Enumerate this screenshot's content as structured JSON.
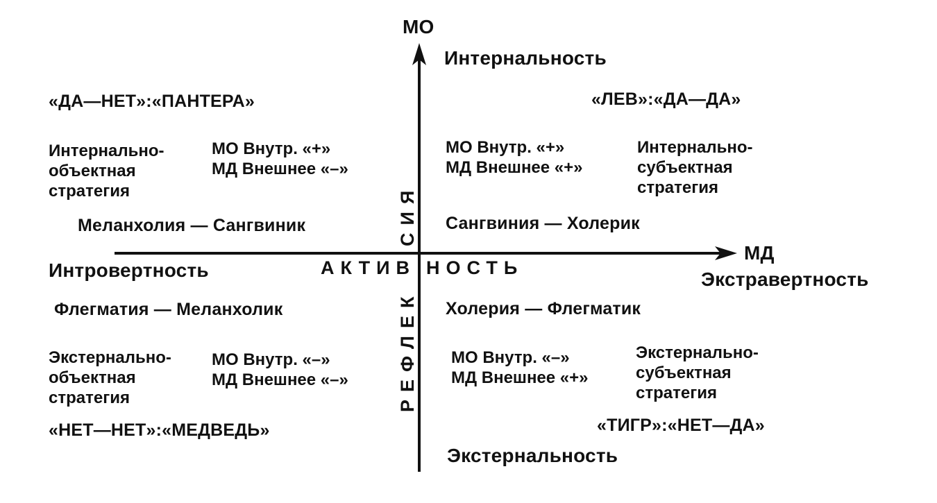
{
  "axes": {
    "vertical_label": "МО",
    "horizontal_label": "МД",
    "top_label": "Интернальность",
    "bottom_label": "Экстернальность",
    "left_label": "Интровертность",
    "right_label": "Экстравертность",
    "center_horizontal_left": "АКТИВ",
    "center_horizontal_right": "НОСТЬ",
    "center_vertical_upper": "СИЯ",
    "center_vertical_lower": "РЕФЛЕК"
  },
  "quadrants": {
    "top_left": {
      "type_label": "«ДА—НЕТ»:«ПАНТЕРА»",
      "strategy": [
        "Интернально-",
        "объектная",
        "стратегия"
      ],
      "signs": [
        "МО Внутр. «+»",
        "МД Внешнее «–»"
      ],
      "temperament": "Меланхолия — Сангвиник"
    },
    "top_right": {
      "type_label": "«ЛЕВ»:«ДА—ДА»",
      "strategy": [
        "Интернально-",
        "субъектная",
        "стратегия"
      ],
      "signs": [
        "МО Внутр. «+»",
        "МД Внешнее «+»"
      ],
      "temperament": "Сангвиния — Холерик"
    },
    "bottom_left": {
      "type_label": "«НЕТ—НЕТ»:«МЕДВЕДЬ»",
      "strategy": [
        "Экстернально-",
        "объектная",
        "стратегия"
      ],
      "signs": [
        "МО Внутр. «–»",
        "МД Внешнее «–»"
      ],
      "temperament": "Флегматия — Меланхолик"
    },
    "bottom_right": {
      "type_label": "«ТИГР»:«НЕТ—ДА»",
      "strategy": [
        "Экстернально-",
        "субъектная",
        "стратегия"
      ],
      "signs": [
        "МО Внутр. «–»",
        "МД Внешнее «+»"
      ],
      "temperament": "Холерия — Флегматик"
    }
  }
}
